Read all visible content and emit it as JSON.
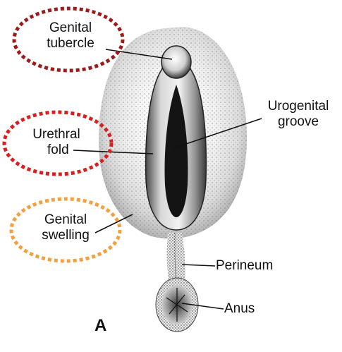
{
  "diagram": {
    "panel_letter": "A",
    "labels": {
      "genital_tubercle": [
        "Genital",
        "tubercle"
      ],
      "urogenital_groove": [
        "Urogenital",
        "groove"
      ],
      "urethral_fold": [
        "Urethral",
        "fold"
      ],
      "genital_swelling": [
        "Genital",
        "swelling"
      ],
      "perineum": "Perineum",
      "anus": "Anus"
    },
    "highlight_colors": {
      "genital_tubercle": "#9b1b1b",
      "urethral_fold": "#d81f1f",
      "genital_swelling": "#f4a040"
    }
  }
}
